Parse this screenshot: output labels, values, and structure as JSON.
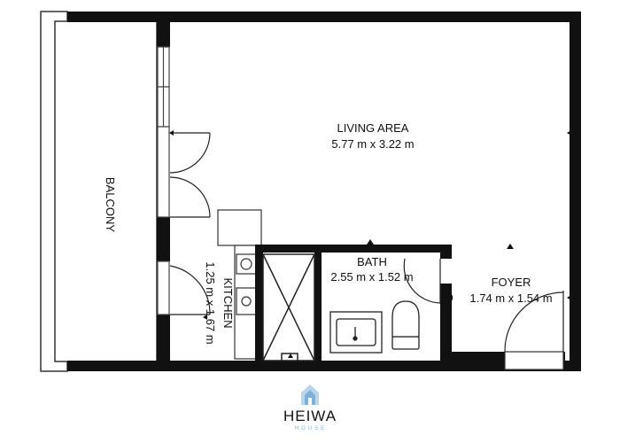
{
  "rooms": {
    "living": {
      "name": "LIVING AREA",
      "size": "5.77 m x 3.22 m"
    },
    "balcony": {
      "name": "BALCONY"
    },
    "kitchen": {
      "name": "KITCHEN",
      "size": "1.25 m x 1.67 m"
    },
    "bath": {
      "name": "BATH",
      "size": "2.55 m x 1.52 m"
    },
    "foyer": {
      "name": "FOYER",
      "size": "1.74 m x 1.54 m"
    }
  },
  "logo": {
    "name": "HEIWA",
    "sub": "HOUSE",
    "accent": "#7fb0d8"
  },
  "colors": {
    "wall": "#111111",
    "line": "#222222",
    "window": "#555555"
  }
}
